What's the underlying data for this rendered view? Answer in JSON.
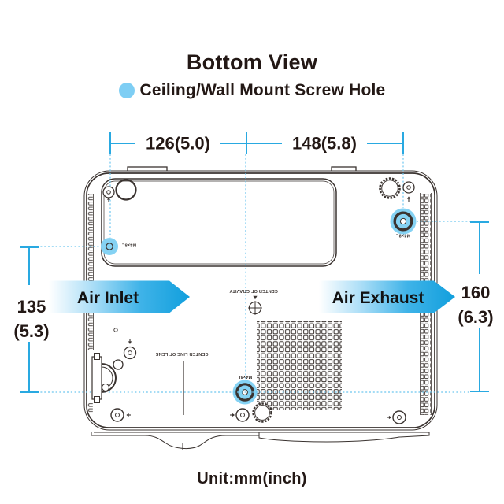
{
  "title": "Bottom View",
  "legend": {
    "label": "Ceiling/Wall Mount Screw Hole"
  },
  "dimensions": {
    "top_width_left": "126(5.0)",
    "top_width_right": "148(5.8)",
    "side_left_mm": "135",
    "side_left_inch": "(5.3)",
    "side_right_mm": "160",
    "side_right_inch": "(6.3)"
  },
  "labels": {
    "air_inlet": "Air Inlet",
    "air_exhaust": "Air Exhaust",
    "center_of_gravity": "CENTER OF GRAVITY",
    "center_line_of_lens": "CENTER LINE OF LENS",
    "mount_screw_spec": "M4x8L"
  },
  "unit_note": "Unit:mm(inch)",
  "colors": {
    "accent_blue": "#29a9e1",
    "dashed_blue": "#6ec6ef",
    "highlight_blue": "#85d2f3",
    "legend_dot_blue": "#7ecef4",
    "line_dark": "#3a3330",
    "text_dark": "#231815"
  }
}
